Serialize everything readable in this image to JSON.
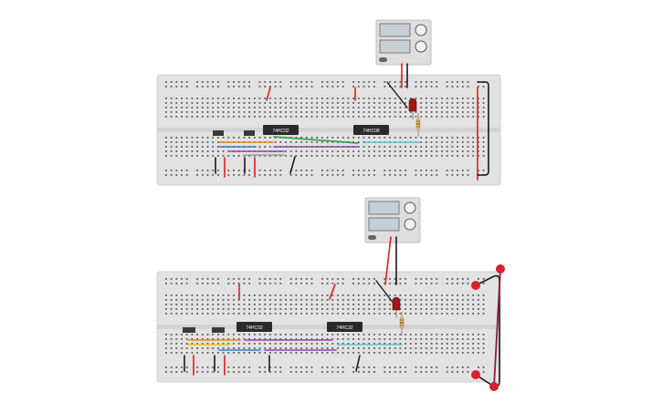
{
  "circuits": [
    {
      "id": "top",
      "chips": [
        {
          "label": "74HC02"
        },
        {
          "label": "74HC08"
        }
      ]
    },
    {
      "id": "bottom",
      "chips": [
        {
          "label": "74HC02"
        },
        {
          "label": "74HC32"
        }
      ]
    }
  ],
  "colors": {
    "board": "#e2e2e2",
    "rail_red": "#d23a3a",
    "rail_blue": "#3a6fd2",
    "chip": "#2a2a2a",
    "chip_text": "#ffffff",
    "wire_red": "#d82020",
    "wire_black": "#1a1a1a",
    "wire_orange": "#e88a1a",
    "wire_yellow": "#e6c21a",
    "wire_blue": "#2f7fd8",
    "wire_purple": "#9a3fb5",
    "wire_green": "#2aa03a",
    "wire_cyan": "#5fc3cf",
    "wire_gray": "#9a9a9a",
    "led": "#a01818",
    "psu_body": "#dedede",
    "psu_screen": "#c6cfd6",
    "endpoint": "#d82030",
    "loop": "#8a1f3a"
  }
}
